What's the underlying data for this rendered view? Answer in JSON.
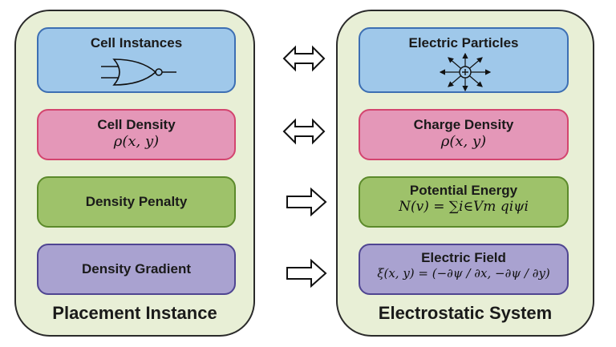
{
  "left_panel": {
    "title": "Placement Instance",
    "boxes": [
      {
        "title": "Cell Instances"
      },
      {
        "title": "Cell Density",
        "formula": "ρ(x, y)"
      },
      {
        "title": "Density Penalty"
      },
      {
        "title": "Density Gradient"
      }
    ]
  },
  "right_panel": {
    "title": "Electrostatic System",
    "boxes": [
      {
        "title": "Electric Particles"
      },
      {
        "title": "Charge Density",
        "formula": "ρ(x, y)"
      },
      {
        "title": "Potential Energy",
        "formula": "N(v) = ∑i∈Vm qiψi"
      },
      {
        "title": "Electric Field",
        "formula": "ξ(x, y) = (−∂ψ / ∂x, −∂ψ / ∂y)"
      }
    ]
  },
  "arrows": [
    {
      "kind": "double"
    },
    {
      "kind": "double"
    },
    {
      "kind": "right"
    },
    {
      "kind": "right"
    }
  ],
  "icons": {
    "cell_instances": "nor-gate-icon",
    "electric_particles": "charge-field-icon"
  },
  "colors": {
    "panel_fill": "#e8efd6",
    "blue": "#9fc8ea",
    "pink": "#e497b8",
    "green": "#9ec26a",
    "purple": "#a9a2d0"
  }
}
